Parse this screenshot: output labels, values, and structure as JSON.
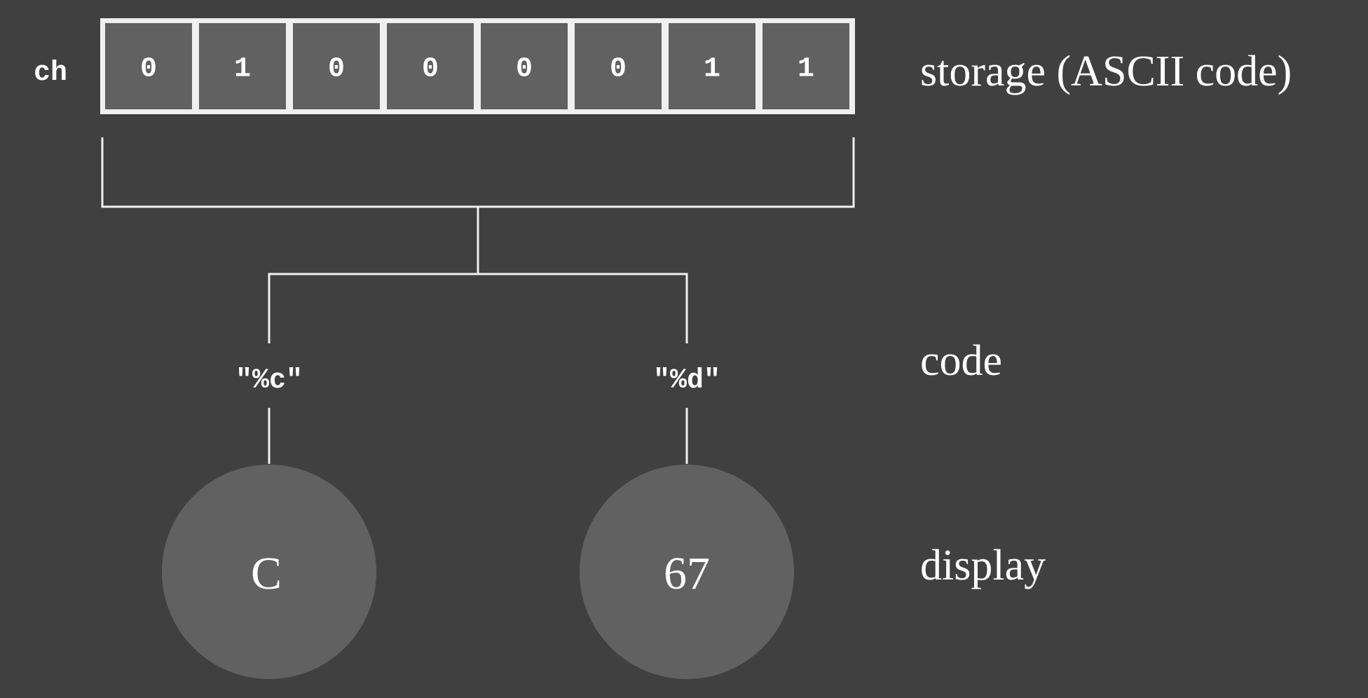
{
  "variable": {
    "name": "ch",
    "bits": [
      "0",
      "1",
      "0",
      "0",
      "0",
      "0",
      "1",
      "1"
    ]
  },
  "codes": [
    {
      "format": "\"%c\"",
      "display": "C"
    },
    {
      "format": "\"%d\"",
      "display": "67"
    }
  ],
  "row_labels": {
    "storage": "storage (ASCII code)",
    "code": "code",
    "display": "display"
  },
  "colors": {
    "background": "#404040",
    "cell_fill": "#616161",
    "line": "#f0f0f0",
    "text": "#ffffff"
  }
}
